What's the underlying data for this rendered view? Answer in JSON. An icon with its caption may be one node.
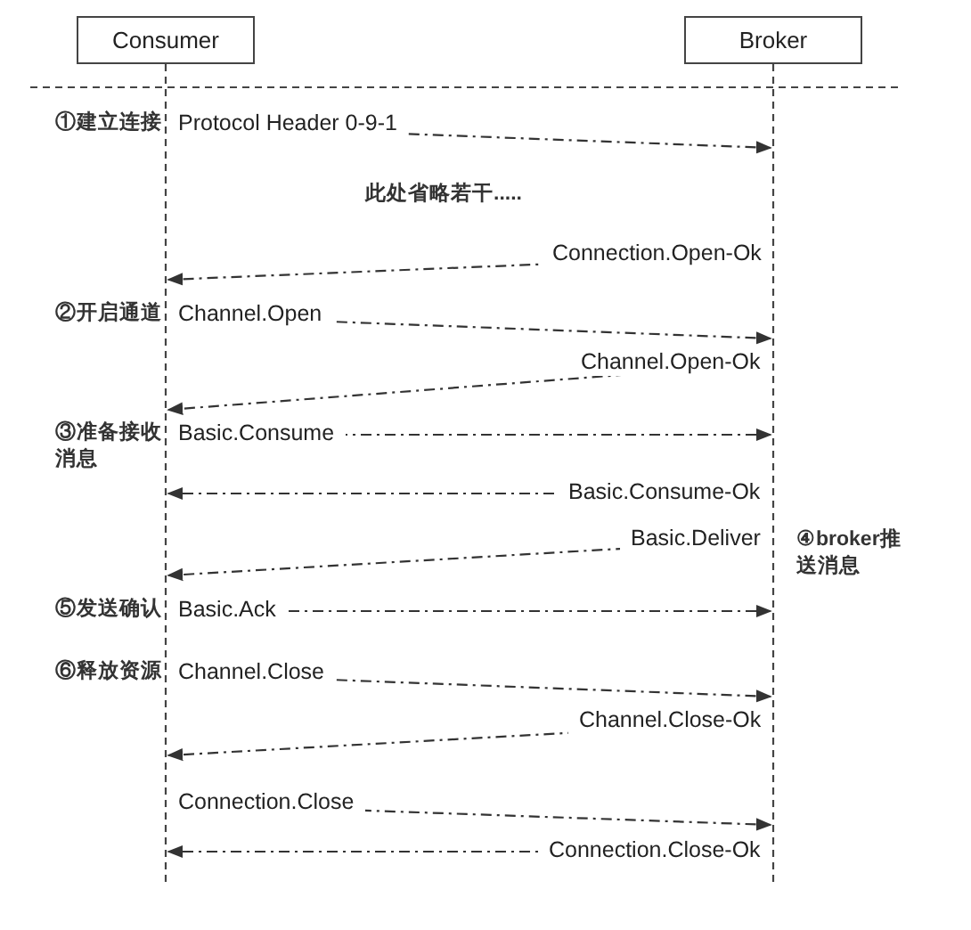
{
  "diagram": {
    "nodes": [
      {
        "text": [
          "Consumer"
        ]
      },
      {
        "text": [
          "Broker"
        ]
      }
    ],
    "edges": [
      {
        "from": 0,
        "to": 1,
        "arrow": "to",
        "label": "Protocol Header 0-9-1"
      },
      {
        "from": 1,
        "to": 0,
        "arrow": "to",
        "label": "Connection.Open-Ok"
      },
      {
        "from": 0,
        "to": 1,
        "arrow": "to",
        "label": "Channel.Open"
      },
      {
        "from": 1,
        "to": 0,
        "arrow": "to",
        "label": "Channel.Open-Ok"
      },
      {
        "from": 0,
        "to": 1,
        "arrow": "to",
        "label": "Basic.Consume"
      },
      {
        "from": 1,
        "to": 0,
        "arrow": "to",
        "label": "Basic.Consume-Ok"
      },
      {
        "from": 1,
        "to": 0,
        "arrow": "to",
        "label": "Basic.Deliver"
      },
      {
        "from": 0,
        "to": 1,
        "arrow": "to",
        "label": "Basic.Ack"
      },
      {
        "from": 0,
        "to": 1,
        "arrow": "to",
        "label": "Channel.Close"
      },
      {
        "from": 1,
        "to": 0,
        "arrow": "to",
        "label": "Channel.Close-Ok"
      },
      {
        "from": 0,
        "to": 1,
        "arrow": "to",
        "label": "Connection.Close"
      },
      {
        "from": 1,
        "to": 0,
        "arrow": "to",
        "label": "Connection.Close-Ok"
      }
    ],
    "labels": [
      "①建立连接",
      "此处省略若干.....",
      "②开启通道",
      "③准备接收消息",
      "④broker推送消息",
      "⑤发送确认",
      "⑥释放资源"
    ]
  }
}
